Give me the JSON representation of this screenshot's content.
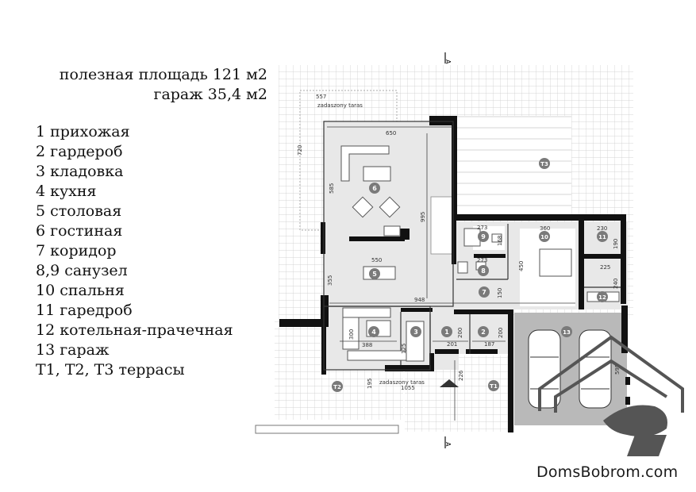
{
  "areas": {
    "useful": "полезная площадь 121 м2",
    "garage": "гараж 35,4 м2"
  },
  "rooms_legend": [
    "1 прихожая",
    "2 гардероб",
    "3 кладовка",
    "4 кухня",
    "5 столовая",
    "6 гостиная",
    "7 коридор",
    "8,9 санузел",
    "10 спальня",
    "11 гаредроб",
    "12 котельная-прачечная",
    "13 гараж",
    "T1, T2, T3 террасы"
  ],
  "room_markers": [
    "1",
    "2",
    "3",
    "4",
    "5",
    "6",
    "7",
    "8",
    "9",
    "10",
    "11",
    "12",
    "13",
    "T1",
    "T2",
    "T3"
  ],
  "dimensions": {
    "d557": "557",
    "d720": "720",
    "d650": "650",
    "d585": "585",
    "d995": "995",
    "d550": "550",
    "d355": "355",
    "d948": "948",
    "d300": "300",
    "d388": "388",
    "d125": "125",
    "d201": "201",
    "d187": "187",
    "d200a": "200",
    "d200b": "200",
    "d273a": "273",
    "d273b": "273",
    "d168": "168",
    "d360": "360",
    "d450": "450",
    "d150": "150",
    "d230": "230",
    "d225": "225",
    "d240": "240",
    "d190": "190",
    "d595": "595",
    "d226": "226",
    "d195": "195",
    "d1055": "1055"
  },
  "terrace_labels": {
    "upper": "zadaszony taras",
    "lower": "zadaszony taras"
  },
  "section_marker": "A",
  "watermark": {
    "site": "DomsBobrom.com"
  },
  "colors": {
    "wall": "#111111",
    "grid": "#c9c9c9",
    "room_fill": "#e8e8e8",
    "garage_fill": "#b9b9b9",
    "marker": "#7a7a7a",
    "logo": "#555555"
  }
}
